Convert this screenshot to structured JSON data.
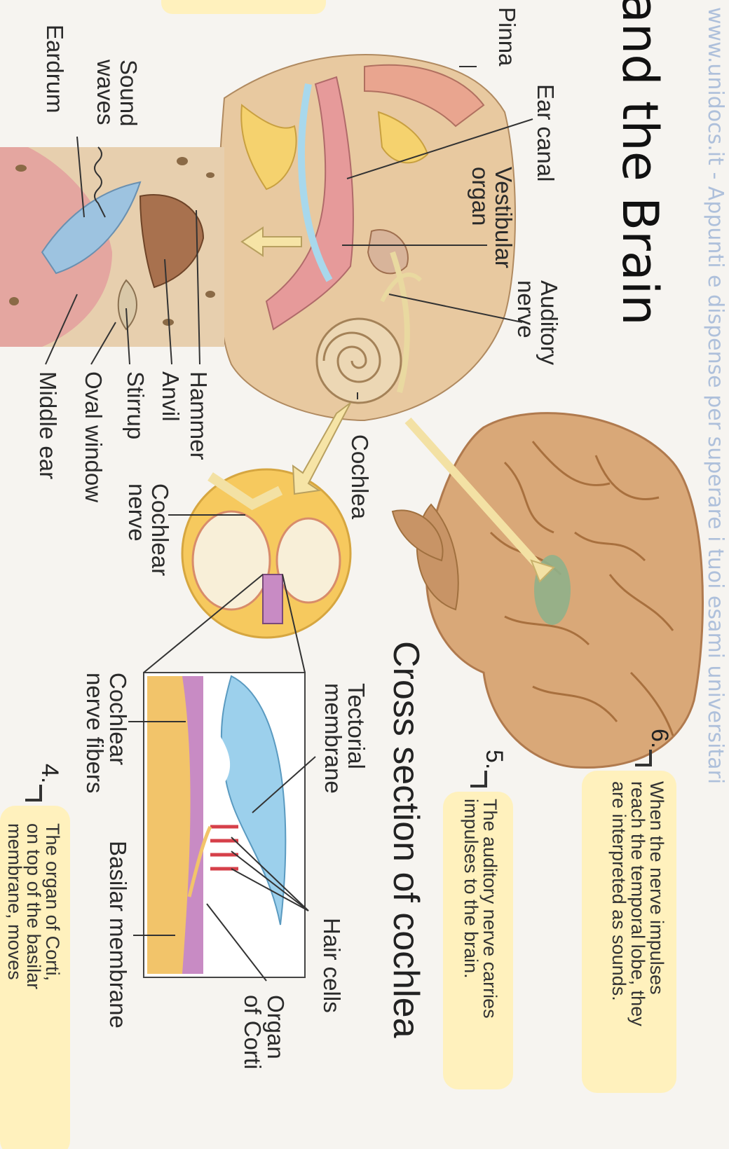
{
  "title": "and the Brain",
  "watermark": "www.unidocs.it - Appunti e dispense per superare i tuoi esami universitari",
  "colors": {
    "background": "#f6f4f0",
    "callout_box": "#fff1bd",
    "brain": "#d9a878",
    "cochlea_fluid": "#8ec3e6",
    "tissue": "#c88bc4"
  },
  "labels": {
    "pinna": "Pinna",
    "ear_canal": "Ear canal",
    "vestibular_organ": "Vestibular\norgan",
    "auditory_nerve": "Auditory\nnerve",
    "cochlea": "Cochlea",
    "sound_waves": "Sound\nwaves",
    "eardrum": "Eardrum",
    "hammer": "Hammer",
    "anvil": "Anvil",
    "stirrup": "Stirrup",
    "oval_window": "Oval window",
    "middle_ear": "Middle ear",
    "cochlear_nerve": "Cochlear\nnerve",
    "cross_section_title": "Cross section of cochlea",
    "tectorial_membrane": "Tectorial\nmembrane",
    "cochlear_nerve_fibers": "Cochlear\nnerve fibers",
    "hair_cells": "Hair cells",
    "basilar_membrane": "Basilar membrane",
    "organ_of_corti": "Organ\nof Corti"
  },
  "steps": [
    {
      "number": "6.",
      "text": "When the nerve impulses\nreach the temporal lobe, they\nare interpreted as sounds."
    },
    {
      "number": "5.",
      "text": "The auditory nerve carries\nimpulses to the brain."
    },
    {
      "number": "4.",
      "text": "The organ of Corti,\non top of the basilar\nmembrane, moves"
    }
  ]
}
